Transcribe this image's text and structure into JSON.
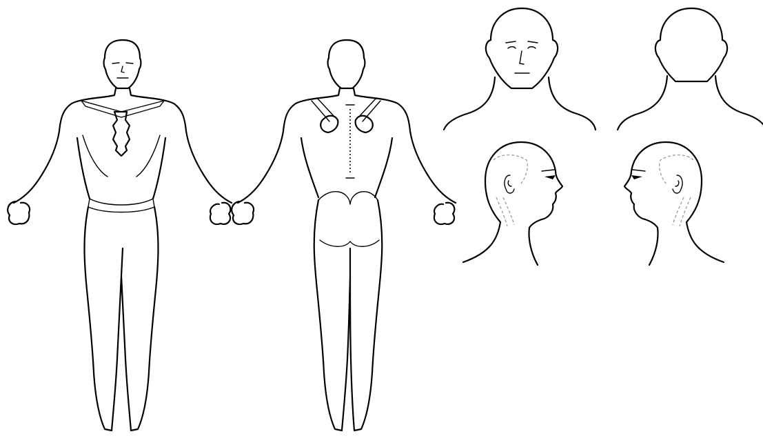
{
  "figure": {
    "views": [
      "body-front",
      "body-back",
      "head-front",
      "head-back",
      "head-right-profile",
      "head-left-profile"
    ]
  }
}
